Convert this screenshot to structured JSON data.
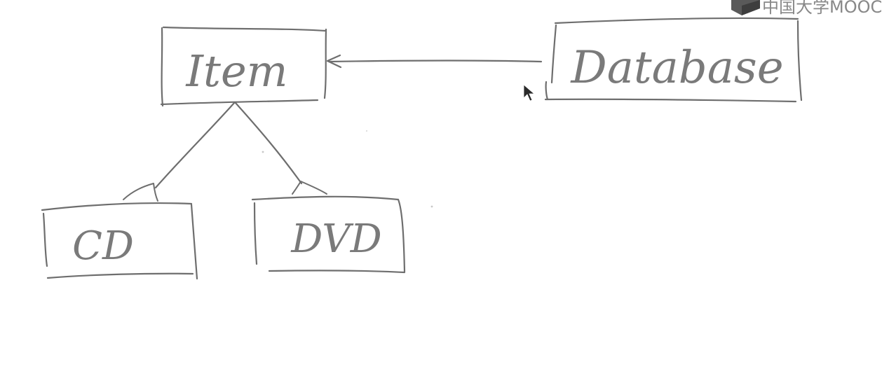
{
  "watermark": {
    "text": "中国大学MOOC",
    "color": "#888888"
  },
  "colors": {
    "background": "#ffffff",
    "ink": "#6e6e6e",
    "label": "#7a7a7a",
    "cursor": "#2a2a2a"
  },
  "nodes": {
    "item": {
      "label": "Item"
    },
    "database": {
      "label": "Database"
    },
    "cd": {
      "label": "CD"
    },
    "dvd": {
      "label": "DVD"
    }
  },
  "edges": [
    {
      "from": "database",
      "to": "item",
      "kind": "association-arrow"
    },
    {
      "from": "cd",
      "to": "item",
      "kind": "inheritance"
    },
    {
      "from": "dvd",
      "to": "item",
      "kind": "inheritance"
    }
  ]
}
